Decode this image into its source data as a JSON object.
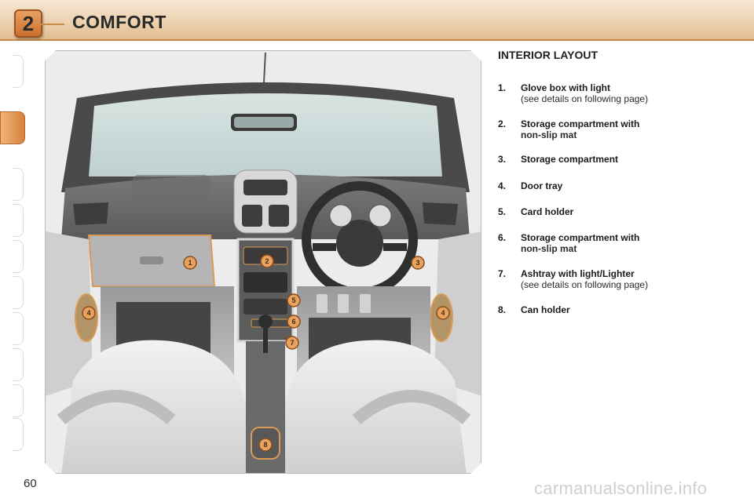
{
  "header": {
    "chapter_number": "2",
    "title": "COMFORT"
  },
  "section_title": "INTERIOR LAYOUT",
  "legend": [
    {
      "number": "1.",
      "label": "Glove box with light",
      "sub": "(see details on following page)"
    },
    {
      "number": "2.",
      "label": "Storage compartment with",
      "label2": "non-slip mat",
      "sub": ""
    },
    {
      "number": "3.",
      "label": "Storage compartment",
      "sub": ""
    },
    {
      "number": "4.",
      "label": "Door tray",
      "sub": ""
    },
    {
      "number": "5.",
      "label": "Card holder",
      "sub": ""
    },
    {
      "number": "6.",
      "label": "Storage compartment with",
      "label2": "non-slip mat",
      "sub": ""
    },
    {
      "number": "7.",
      "label": "Ashtray with light/Lighter",
      "sub": "(see details on following page)"
    },
    {
      "number": "8.",
      "label": "Can holder",
      "sub": ""
    }
  ],
  "markers": [
    "1",
    "2",
    "3",
    "4",
    "4",
    "5",
    "6",
    "7",
    "8"
  ],
  "page_number": "60",
  "watermark": "carmanualsonline.info",
  "colors": {
    "accent": "#d5823e",
    "header_bg": "#edd2b0",
    "marker_fill": "#e7a35f"
  }
}
